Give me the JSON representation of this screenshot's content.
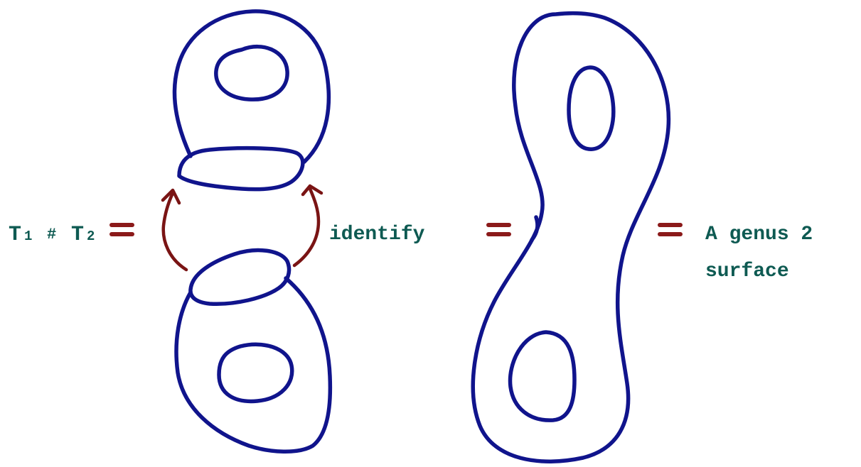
{
  "colors": {
    "outline": "#10148c",
    "arrow": "#7a1414",
    "equals": "#8b1a1a",
    "text": "#0e5a52"
  },
  "equation": {
    "t1_letter": "T",
    "t1_sub": "1",
    "hash": "#",
    "t2_letter": "T",
    "t2_sub": "2",
    "identify": "identify",
    "result_line1": "A genus 2",
    "result_line2": "surface"
  }
}
